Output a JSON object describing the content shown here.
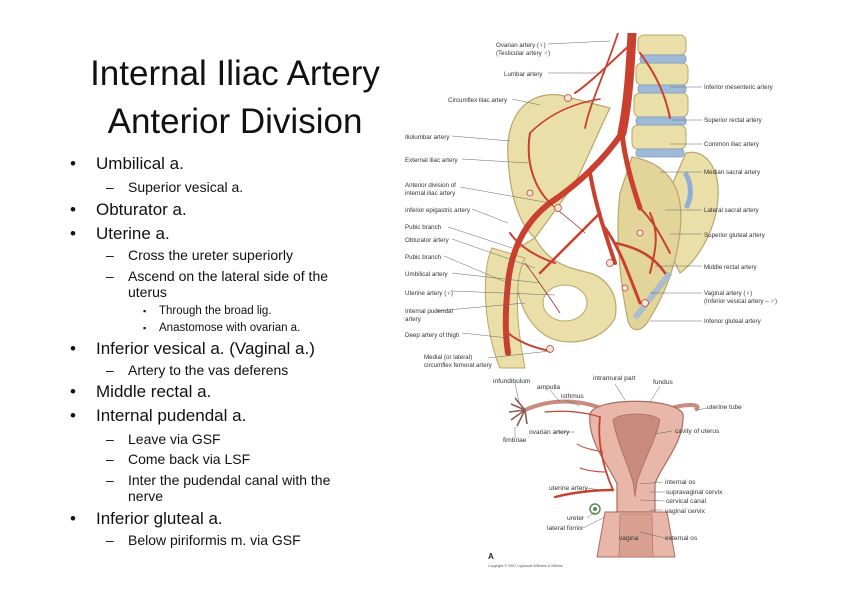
{
  "slide": {
    "title_line1": "Internal Iliac Artery",
    "title_line2": "Anterior Division",
    "bullets": {
      "umbilical": "Umbilical a.",
      "superior_vesical": "Superior vesical a.",
      "obturator": "Obturator a.",
      "uterine": "Uterine a.",
      "cross_ureter": "Cross the ureter superiorly",
      "ascend": "Ascend on the lateral side of the uterus",
      "broad_lig": "Through the broad lig.",
      "anastomose": "Anastomose with ovarian a.",
      "inferior_vesical": "Inferior vesical a. (Vaginal a.)",
      "artery_vas": "Artery to the vas deferens",
      "middle_rectal": "Middle rectal a.",
      "internal_pudendal": "Internal pudendal a.",
      "leave_gsf": "Leave via GSF",
      "come_back": "Come back via LSF",
      "inter_canal": "Inter the pudendal canal with the nerve",
      "inferior_gluteal": "Inferior gluteal a.",
      "below_piriformis": "Below piriformis m. via GSF"
    },
    "bullet_marks": {
      "level1": "•",
      "level2": "–",
      "level3": "▪"
    }
  },
  "pelvis_figure": {
    "labels_left": {
      "ovarian_artery": "Ovarian artery (♀)",
      "testicular_artery": "(Testicular artery ♂)",
      "lumbar_artery": "Lumbar artery",
      "circumflex_iliac": "Circumflex iliac artery",
      "iliolumbar": "Iliolumbar artery",
      "external_iliac": "External iliac artery",
      "anterior_division_1": "Anterior division of",
      "anterior_division_2": "internal iliac artery",
      "inferior_epigastric": "Inferior epigastric artery",
      "pubic_branch_1": "Pubic branch",
      "obturator": "Obturator artery",
      "pubic_branch_2": "Pubic branch",
      "umbilical": "Umbilical artery",
      "uterine": "Uterine artery (♀)",
      "internal_pudendal_1": "Internal pudendal",
      "internal_pudendal_2": "artery",
      "deep_thigh": "Deep artery of thigh",
      "medial_circumflex_1": "Medial (or lateral)",
      "medial_circumflex_2": "circumflex femoral artery"
    },
    "labels_right": {
      "inferior_mesenteric": "Inferior mesenteric artery",
      "superior_rectal": "Superior rectal artery",
      "common_iliac": "Common iliac artery",
      "median_sacral": "Median sacral artery",
      "lateral_sacral": "Lateral sacral artery",
      "superior_gluteal": "Superior gluteal artery",
      "middle_rectal": "Middle rectal artery",
      "vaginal_1": "Vaginal artery (♀)",
      "vaginal_2": "(Inferior vesical artery – ♂)",
      "inferior_gluteal": "Inferior gluteal artery"
    }
  },
  "uterus_figure": {
    "labels": {
      "infundibulum": "infundibulum",
      "ampulla": "ampulla",
      "intramural": "intramural part",
      "fundus": "fundus",
      "isthmus": "isthmus",
      "uterine_tube": "uterine tube",
      "ovarian_artery": "ovarian artery",
      "fimbriae": "fimbriae",
      "cavity": "cavity of uterus",
      "internal_os": "internal os",
      "uterine_artery": "uterine artery",
      "supravaginal": "supravaginal cervix",
      "cervical_canal": "cervical canal",
      "ureter": "ureter",
      "vaginal_cervix": "vaginal cervix",
      "lateral_fornix": "lateral fornix",
      "vagina": "vagina",
      "external_os": "external os",
      "panel_letter": "A",
      "copyright": "Copyright © 2007 Lippincott Williams & Wilkins."
    }
  },
  "colors": {
    "artery": "#c9402e",
    "artery_dark": "#9e2a1c",
    "bone": "#eadfa8",
    "bone_shadow": "#c9b978",
    "disc": "#9fb9d9",
    "uterus_wall": "#e8b7aa",
    "uterus_inner": "#c98a80",
    "leader": "#666666"
  }
}
